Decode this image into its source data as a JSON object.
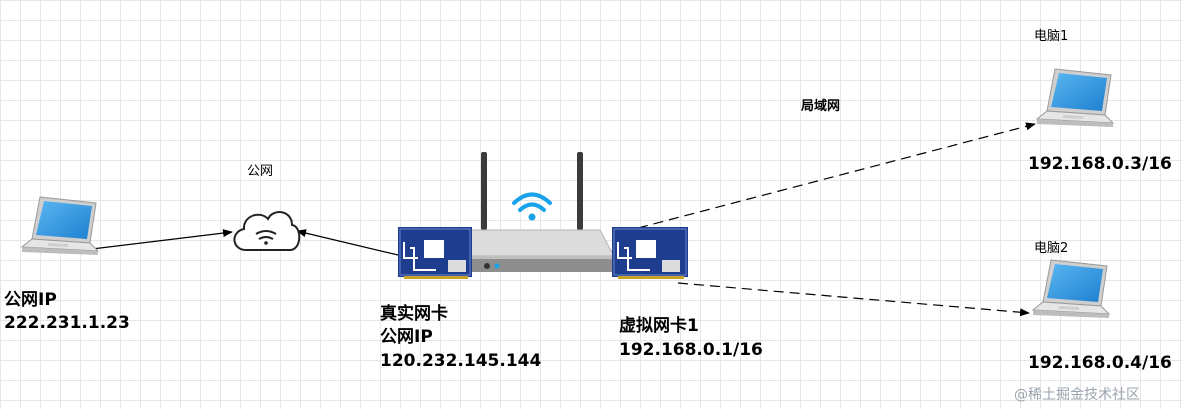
{
  "labels": {
    "public_net": "公网",
    "lan": "局域网",
    "pc1_name": "电脑1",
    "pc2_name": "电脑2",
    "left_pc_line1": "公网IP",
    "left_pc_line2": "222.231.1.23",
    "real_nic_line1": "真实网卡",
    "real_nic_line2": "公网IP",
    "real_nic_line3": "120.232.145.144",
    "virt_nic_line1": "虚拟网卡1",
    "virt_nic_line2": "192.168.0.1/16",
    "pc1_ip": "192.168.0.3/16",
    "pc2_ip": "192.168.0.4/16"
  },
  "watermark": "@稀土掘金技术社区",
  "icons": {
    "laptop": "laptop-icon",
    "cloud": "cloud-icon",
    "router": "router-icon",
    "nic": "network-card-icon",
    "wifi": "wifi-icon"
  },
  "colors": {
    "laptop_screen": "#2b8fd8",
    "laptop_body": "#e9e9e9",
    "nic_blue": "#1f3d8f",
    "wifi": "#1aa3e8",
    "router_body": "#d9d9d9",
    "router_dark": "#2e2e2e",
    "line": "#000000"
  }
}
